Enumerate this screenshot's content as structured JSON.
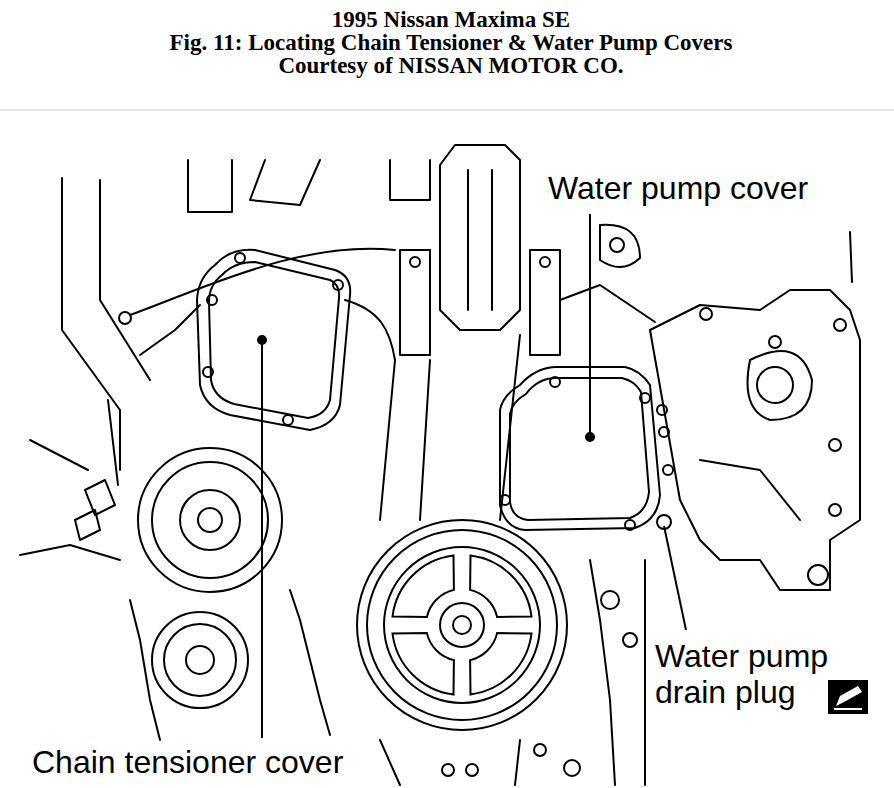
{
  "diagram": {
    "title": "1995 Nissan Maxima SE",
    "labels": [
      "Fig. 11: Locating Chain Tensioner & Water Pump Covers",
      "Courtesy of NISSAN MOTOR CO.",
      "Water pump cover",
      "Water pump drain plug",
      "Chain tensioner cover"
    ]
  }
}
